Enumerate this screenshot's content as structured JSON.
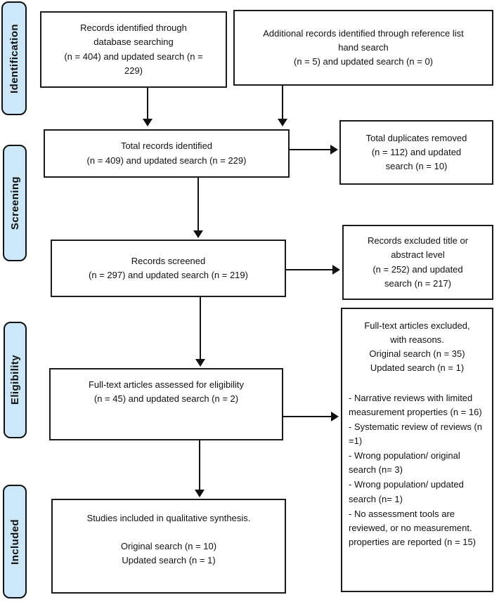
{
  "sidebar": {
    "stages": [
      "Identification",
      "Screening",
      "Eligibility",
      "Included"
    ]
  },
  "boxes": {
    "records_identified": "Records identified through\ndatabase searching\n(n = 404) and updated search (n =\n229)",
    "additional_records": "Additional records identified through reference list\nhand search\n(n = 5) and updated search (n = 0)",
    "total_records": "Total records identified\n(n = 409) and updated search (n = 229)",
    "duplicates_removed": "Total duplicates removed\n(n = 112) and updated\nsearch (n = 10)",
    "records_screened": "Records screened\n(n = 297) and updated search (n = 219)",
    "records_excluded": "Records excluded title or\nabstract level\n(n = 252) and updated\nsearch (n = 217)",
    "fulltext_assessed": "Full-text articles assessed for eligibility\n(n = 45) and updated search (n = 2)",
    "fulltext_excluded_header": "Full-text articles excluded,\nwith reasons.\nOriginal search (n = 35)\nUpdated search (n = 1)",
    "fulltext_excluded_reasons": [
      "- Narrative reviews with limited measurement properties (n = 16)",
      "- Systematic review of reviews (n =1)",
      "- Wrong population/ original search (n= 3)",
      "- Wrong population/ updated search (n= 1)",
      "- No assessment tools are reviewed, or no measurement. properties are reported (n = 15)"
    ],
    "studies_included": "Studies included in qualitative synthesis.\n\nOriginal search (n = 10)\nUpdated search (n = 1)"
  },
  "colors": {
    "stage_fill": "#cce7f8",
    "stage_border": "#111111",
    "box_border": "#1c1c1c",
    "arrow": "#111111"
  }
}
